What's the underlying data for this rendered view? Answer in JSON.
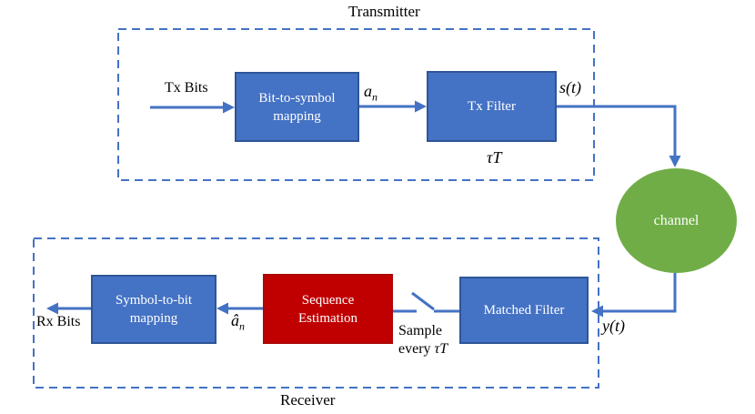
{
  "colors": {
    "shape_blue": "#4472C4",
    "shape_blue_border": "#2F5597",
    "shape_red": "#C00000",
    "shape_green": "#70AD47",
    "connector_blue": "#4472C4",
    "label_text": "#000000",
    "shape_text": "#FFFFFF"
  },
  "transmitter": {
    "title": "Transmitter",
    "tx_bits_label": "Tx Bits",
    "bit_to_symbol_box": {
      "line1": "Bit-to-symbol",
      "line2": "mapping"
    },
    "an_label": {
      "base": "a",
      "sub": "n"
    },
    "tx_filter_box": {
      "line1": "Tx Filter"
    },
    "st_label": "s(t)",
    "tau_label": "τT"
  },
  "channel": {
    "label": "channel"
  },
  "receiver": {
    "title": "Receiver",
    "matched_filter_box": {
      "line1": "Matched Filter"
    },
    "yt_label": "y(t)",
    "sample_label": {
      "line1": "Sample",
      "line2_prefix": "every ",
      "line2_math": "τT"
    },
    "sequence_estimation_box": {
      "line1": "Sequence",
      "line2": "Estimation"
    },
    "ahat_label": {
      "base": "â",
      "sub": "n"
    },
    "symbol_to_bit_box": {
      "line1": "Symbol-to-bit",
      "line2": "mapping"
    },
    "rx_bits_label": "Rx Bits"
  }
}
